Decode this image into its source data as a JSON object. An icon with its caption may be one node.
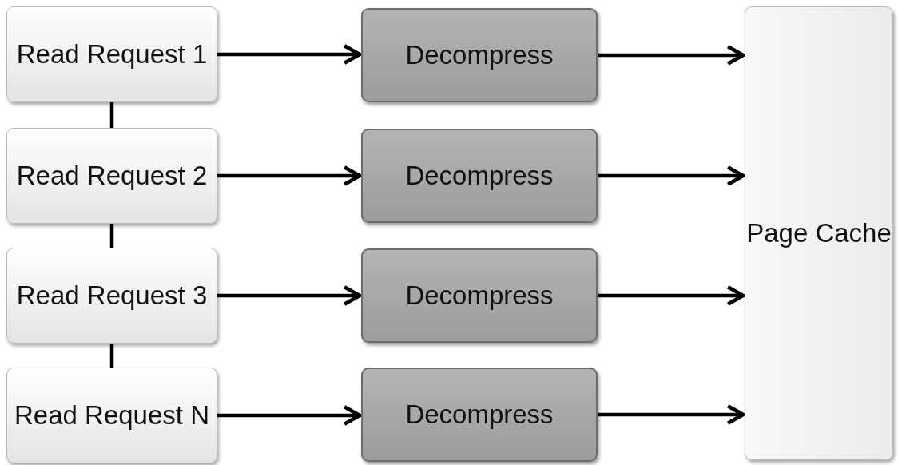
{
  "diagram": {
    "nodes": [
      {
        "text": [
          "Read Request 1"
        ]
      },
      {
        "text": [
          "Read Request 2"
        ]
      },
      {
        "text": [
          "Read Request 3"
        ]
      },
      {
        "text": [
          "Read Request N"
        ]
      },
      {
        "text": [
          "Decompress"
        ]
      },
      {
        "text": [
          "Decompress"
        ]
      },
      {
        "text": [
          "Decompress"
        ]
      },
      {
        "text": [
          "Decompress"
        ]
      },
      {
        "text": [
          "Page Cache"
        ]
      }
    ],
    "edges": [
      {
        "from": 0,
        "to": 1,
        "arrow": "none"
      },
      {
        "from": 1,
        "to": 2,
        "arrow": "none"
      },
      {
        "from": 2,
        "to": 3,
        "arrow": "none"
      },
      {
        "from": 0,
        "to": 4,
        "arrow": "to"
      },
      {
        "from": 1,
        "to": 5,
        "arrow": "to"
      },
      {
        "from": 2,
        "to": 6,
        "arrow": "to"
      },
      {
        "from": 3,
        "to": 7,
        "arrow": "to"
      },
      {
        "from": 4,
        "to": 8,
        "arrow": "to"
      },
      {
        "from": 5,
        "to": 8,
        "arrow": "to"
      },
      {
        "from": 6,
        "to": 8,
        "arrow": "to"
      },
      {
        "from": 7,
        "to": 8,
        "arrow": "to"
      }
    ]
  }
}
